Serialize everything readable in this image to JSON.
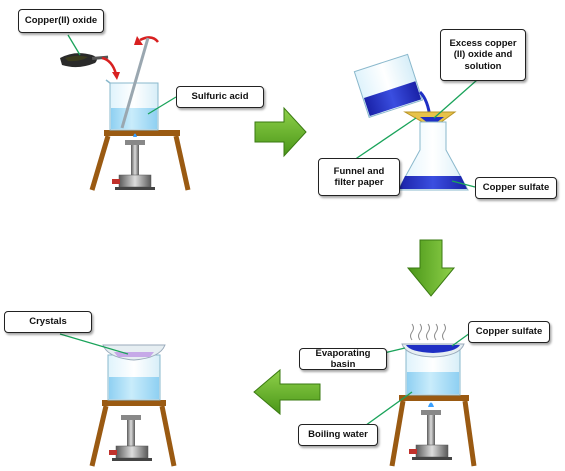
{
  "labels": {
    "copper_oxide": "Copper(II) oxide",
    "sulfuric_acid": "Sulfuric acid",
    "excess_copper": "Excess copper (II) oxide and solution",
    "funnel_filter": "Funnel and filter paper",
    "copper_sulfate_1": "Copper sulfate",
    "copper_sulfate_2": "Copper sulfate",
    "evaporating_basin": "Evaporating basin",
    "boiling_water": "Boiling water",
    "crystals": "Crystals"
  },
  "colors": {
    "arrow_green": "#5aa81e",
    "label_line": "#1aa35a",
    "solution_blue": "#1f2fc4",
    "water_blue": "#a9dcf7",
    "wood": "#9a5a12",
    "flame": "#3aa0ff"
  },
  "icons": [
    "green-arrow-icon",
    "bunsen-burner-icon",
    "tripod-icon",
    "beaker-icon",
    "conical-flask-icon",
    "funnel-icon",
    "spatula-icon",
    "stirring-rod-icon",
    "evaporating-basin-icon"
  ]
}
